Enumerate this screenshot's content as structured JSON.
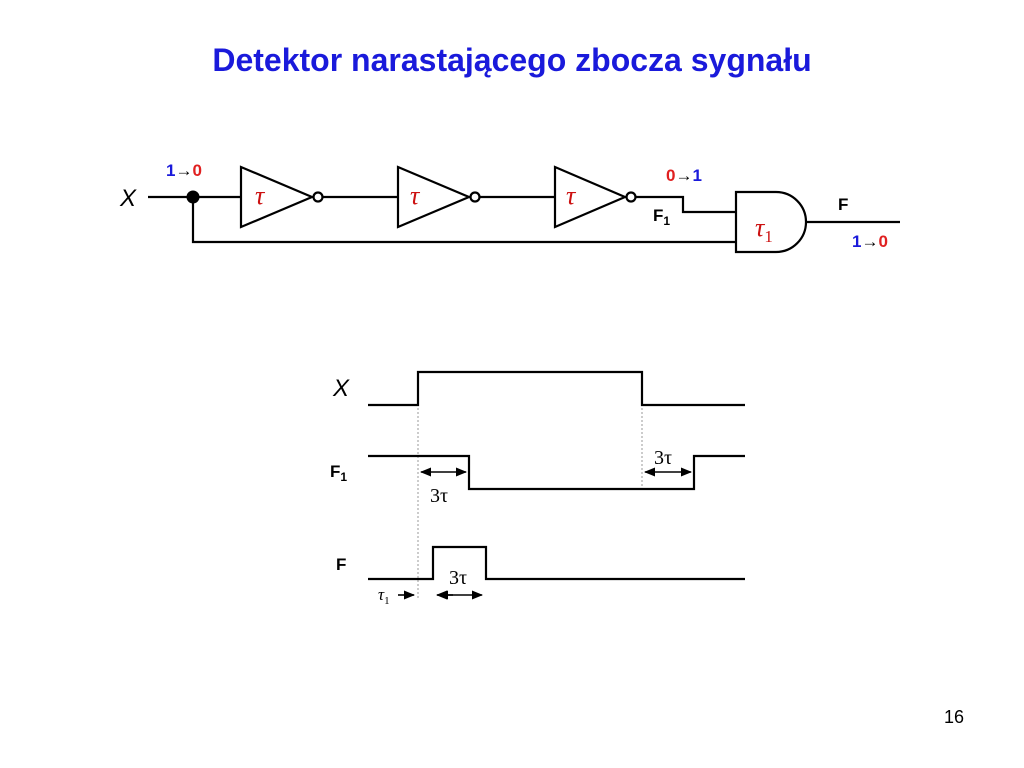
{
  "title": "Detektor narastającego zbocza sygnału",
  "page_number": "16",
  "colors": {
    "title": "#1a1adb",
    "one": "#1a1adb",
    "zero": "#e02020",
    "tau": "#cc1111",
    "arrow": "#000000"
  },
  "circuit": {
    "input_label": "X",
    "input_transition": {
      "from": "1",
      "to": "0"
    },
    "inverter_delay": "τ",
    "f1_transition": {
      "from": "0",
      "to": "1"
    },
    "f1_label": "F",
    "f1_sub": "1",
    "gate_delay": "τ",
    "gate_delay_sub": "1",
    "output_label": "F",
    "output_transition": {
      "from": "1",
      "to": "0"
    }
  },
  "timing": {
    "signals": [
      {
        "label": "X",
        "label_sub": ""
      },
      {
        "label": "F",
        "label_sub": "1"
      },
      {
        "label": "F",
        "label_sub": ""
      }
    ],
    "annotations": {
      "f1_fall_delay": "3τ",
      "f1_rise_delay": "3τ",
      "f_pulse_width": "3τ",
      "gate_delay": "τ",
      "gate_delay_sub": "1"
    }
  }
}
